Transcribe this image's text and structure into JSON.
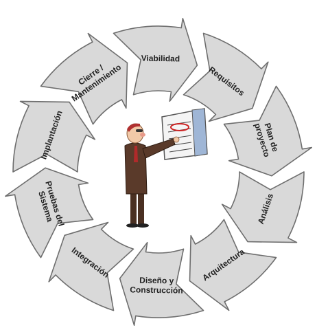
{
  "diagram": {
    "stages": [
      {
        "lines": [
          "Viabilidad"
        ]
      },
      {
        "lines": [
          "Requisitos"
        ]
      },
      {
        "lines": [
          "Plan de",
          "proyecto"
        ]
      },
      {
        "lines": [
          "Análisis"
        ]
      },
      {
        "lines": [
          "Arquitectura"
        ]
      },
      {
        "lines": [
          "Diseño y",
          "Construcción"
        ]
      },
      {
        "lines": [
          "Integración"
        ]
      },
      {
        "lines": [
          "Pruebas del",
          "Sistema"
        ]
      },
      {
        "lines": [
          "Implantación"
        ]
      },
      {
        "lines": [
          "Cierre /",
          "Mantenimiento"
        ]
      }
    ],
    "colors": {
      "arrow_fill": "#d9d9d9",
      "arrow_stroke": "#6e6e6e",
      "text": "#222222",
      "suit": "#5a3a2a",
      "board": "#f4f4f4",
      "highlight": "#cc2222"
    },
    "illustration": {
      "subject": "man-pointing-at-calendar-icon"
    }
  }
}
